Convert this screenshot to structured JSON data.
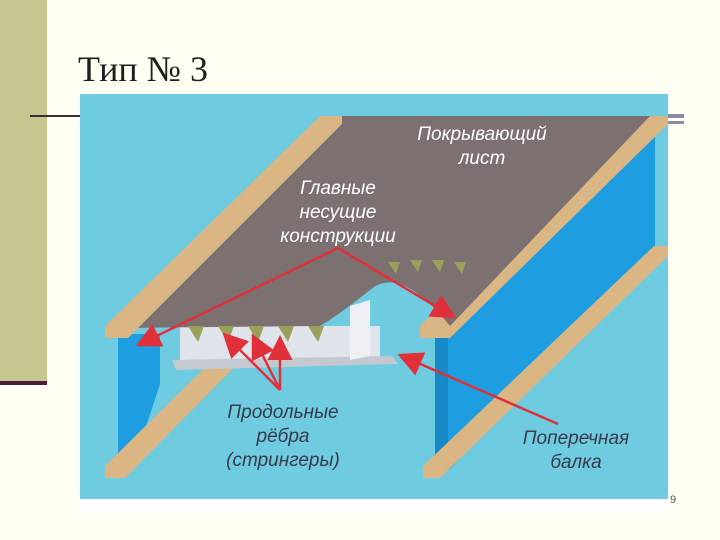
{
  "slide": {
    "title": "Тип № 3",
    "page_number": "9"
  },
  "diagram": {
    "labels": {
      "cover_line1": "Покрывающий",
      "cover_line2": "лист",
      "main_line1": "Главные",
      "main_line2": "несущие",
      "main_line3": "конструкции",
      "stringers_line1": "Продольные",
      "stringers_line2": "рёбра",
      "stringers_line3": "(стрингеры)",
      "crossbeam_line1": "Поперечная",
      "crossbeam_line2": "балка"
    },
    "colors": {
      "background": "#6ecbe0",
      "girder_web": "#1e9ee0",
      "girder_flange": "#d9b684",
      "cover_sheet": "#7c7070",
      "rib": "#9aa05a",
      "crossbeam": "#dfe3ea",
      "arrow": "#e0303a",
      "label_light": "#ffffff",
      "label_dark": "#3a3a4a"
    }
  }
}
